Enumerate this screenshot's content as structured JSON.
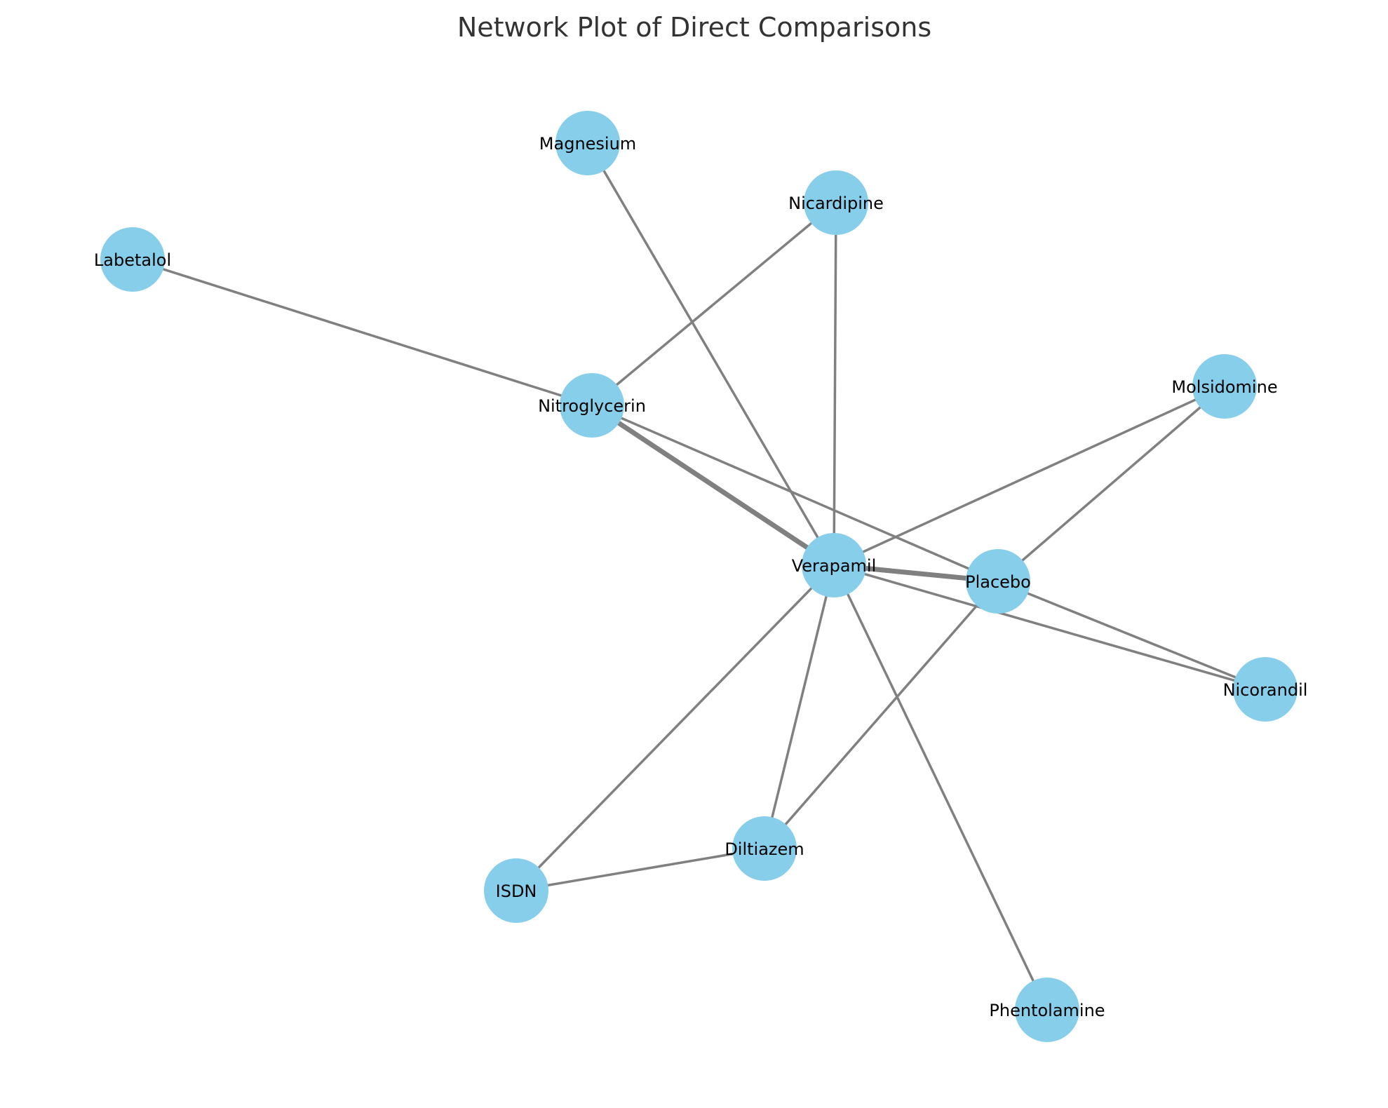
{
  "title": "Network Plot of Direct Comparisons",
  "colors": {
    "node_fill": "#87CEEB",
    "edge_stroke": "#808080",
    "label_text": "#000000",
    "title_text": "#333333",
    "background": "#ffffff"
  },
  "nodes": [
    {
      "id": "magnesium",
      "label": "Magnesium"
    },
    {
      "id": "nicardipine",
      "label": "Nicardipine"
    },
    {
      "id": "labetalol",
      "label": "Labetalol"
    },
    {
      "id": "nitroglycerin",
      "label": "Nitroglycerin"
    },
    {
      "id": "molsidomine",
      "label": "Molsidomine"
    },
    {
      "id": "verapamil",
      "label": "Verapamil"
    },
    {
      "id": "placebo",
      "label": "Placebo"
    },
    {
      "id": "nicorandil",
      "label": "Nicorandil"
    },
    {
      "id": "diltiazem",
      "label": "Diltiazem"
    },
    {
      "id": "isdn",
      "label": "ISDN"
    },
    {
      "id": "phentolamine",
      "label": "Phentolamine"
    }
  ],
  "edges": [
    {
      "source": "magnesium",
      "target": "verapamil",
      "weight": 1
    },
    {
      "source": "nicardipine",
      "target": "verapamil",
      "weight": 1
    },
    {
      "source": "nicardipine",
      "target": "nitroglycerin",
      "weight": 1
    },
    {
      "source": "labetalol",
      "target": "nitroglycerin",
      "weight": 1
    },
    {
      "source": "nitroglycerin",
      "target": "verapamil",
      "weight": 3
    },
    {
      "source": "nitroglycerin",
      "target": "placebo",
      "weight": 1
    },
    {
      "source": "molsidomine",
      "target": "verapamil",
      "weight": 1
    },
    {
      "source": "molsidomine",
      "target": "placebo",
      "weight": 1
    },
    {
      "source": "verapamil",
      "target": "placebo",
      "weight": 3
    },
    {
      "source": "verapamil",
      "target": "nicorandil",
      "weight": 1
    },
    {
      "source": "placebo",
      "target": "nicorandil",
      "weight": 1
    },
    {
      "source": "verapamil",
      "target": "diltiazem",
      "weight": 1
    },
    {
      "source": "placebo",
      "target": "diltiazem",
      "weight": 1
    },
    {
      "source": "verapamil",
      "target": "isdn",
      "weight": 1
    },
    {
      "source": "isdn",
      "target": "diltiazem",
      "weight": 1
    },
    {
      "source": "verapamil",
      "target": "phentolamine",
      "weight": 1
    }
  ]
}
